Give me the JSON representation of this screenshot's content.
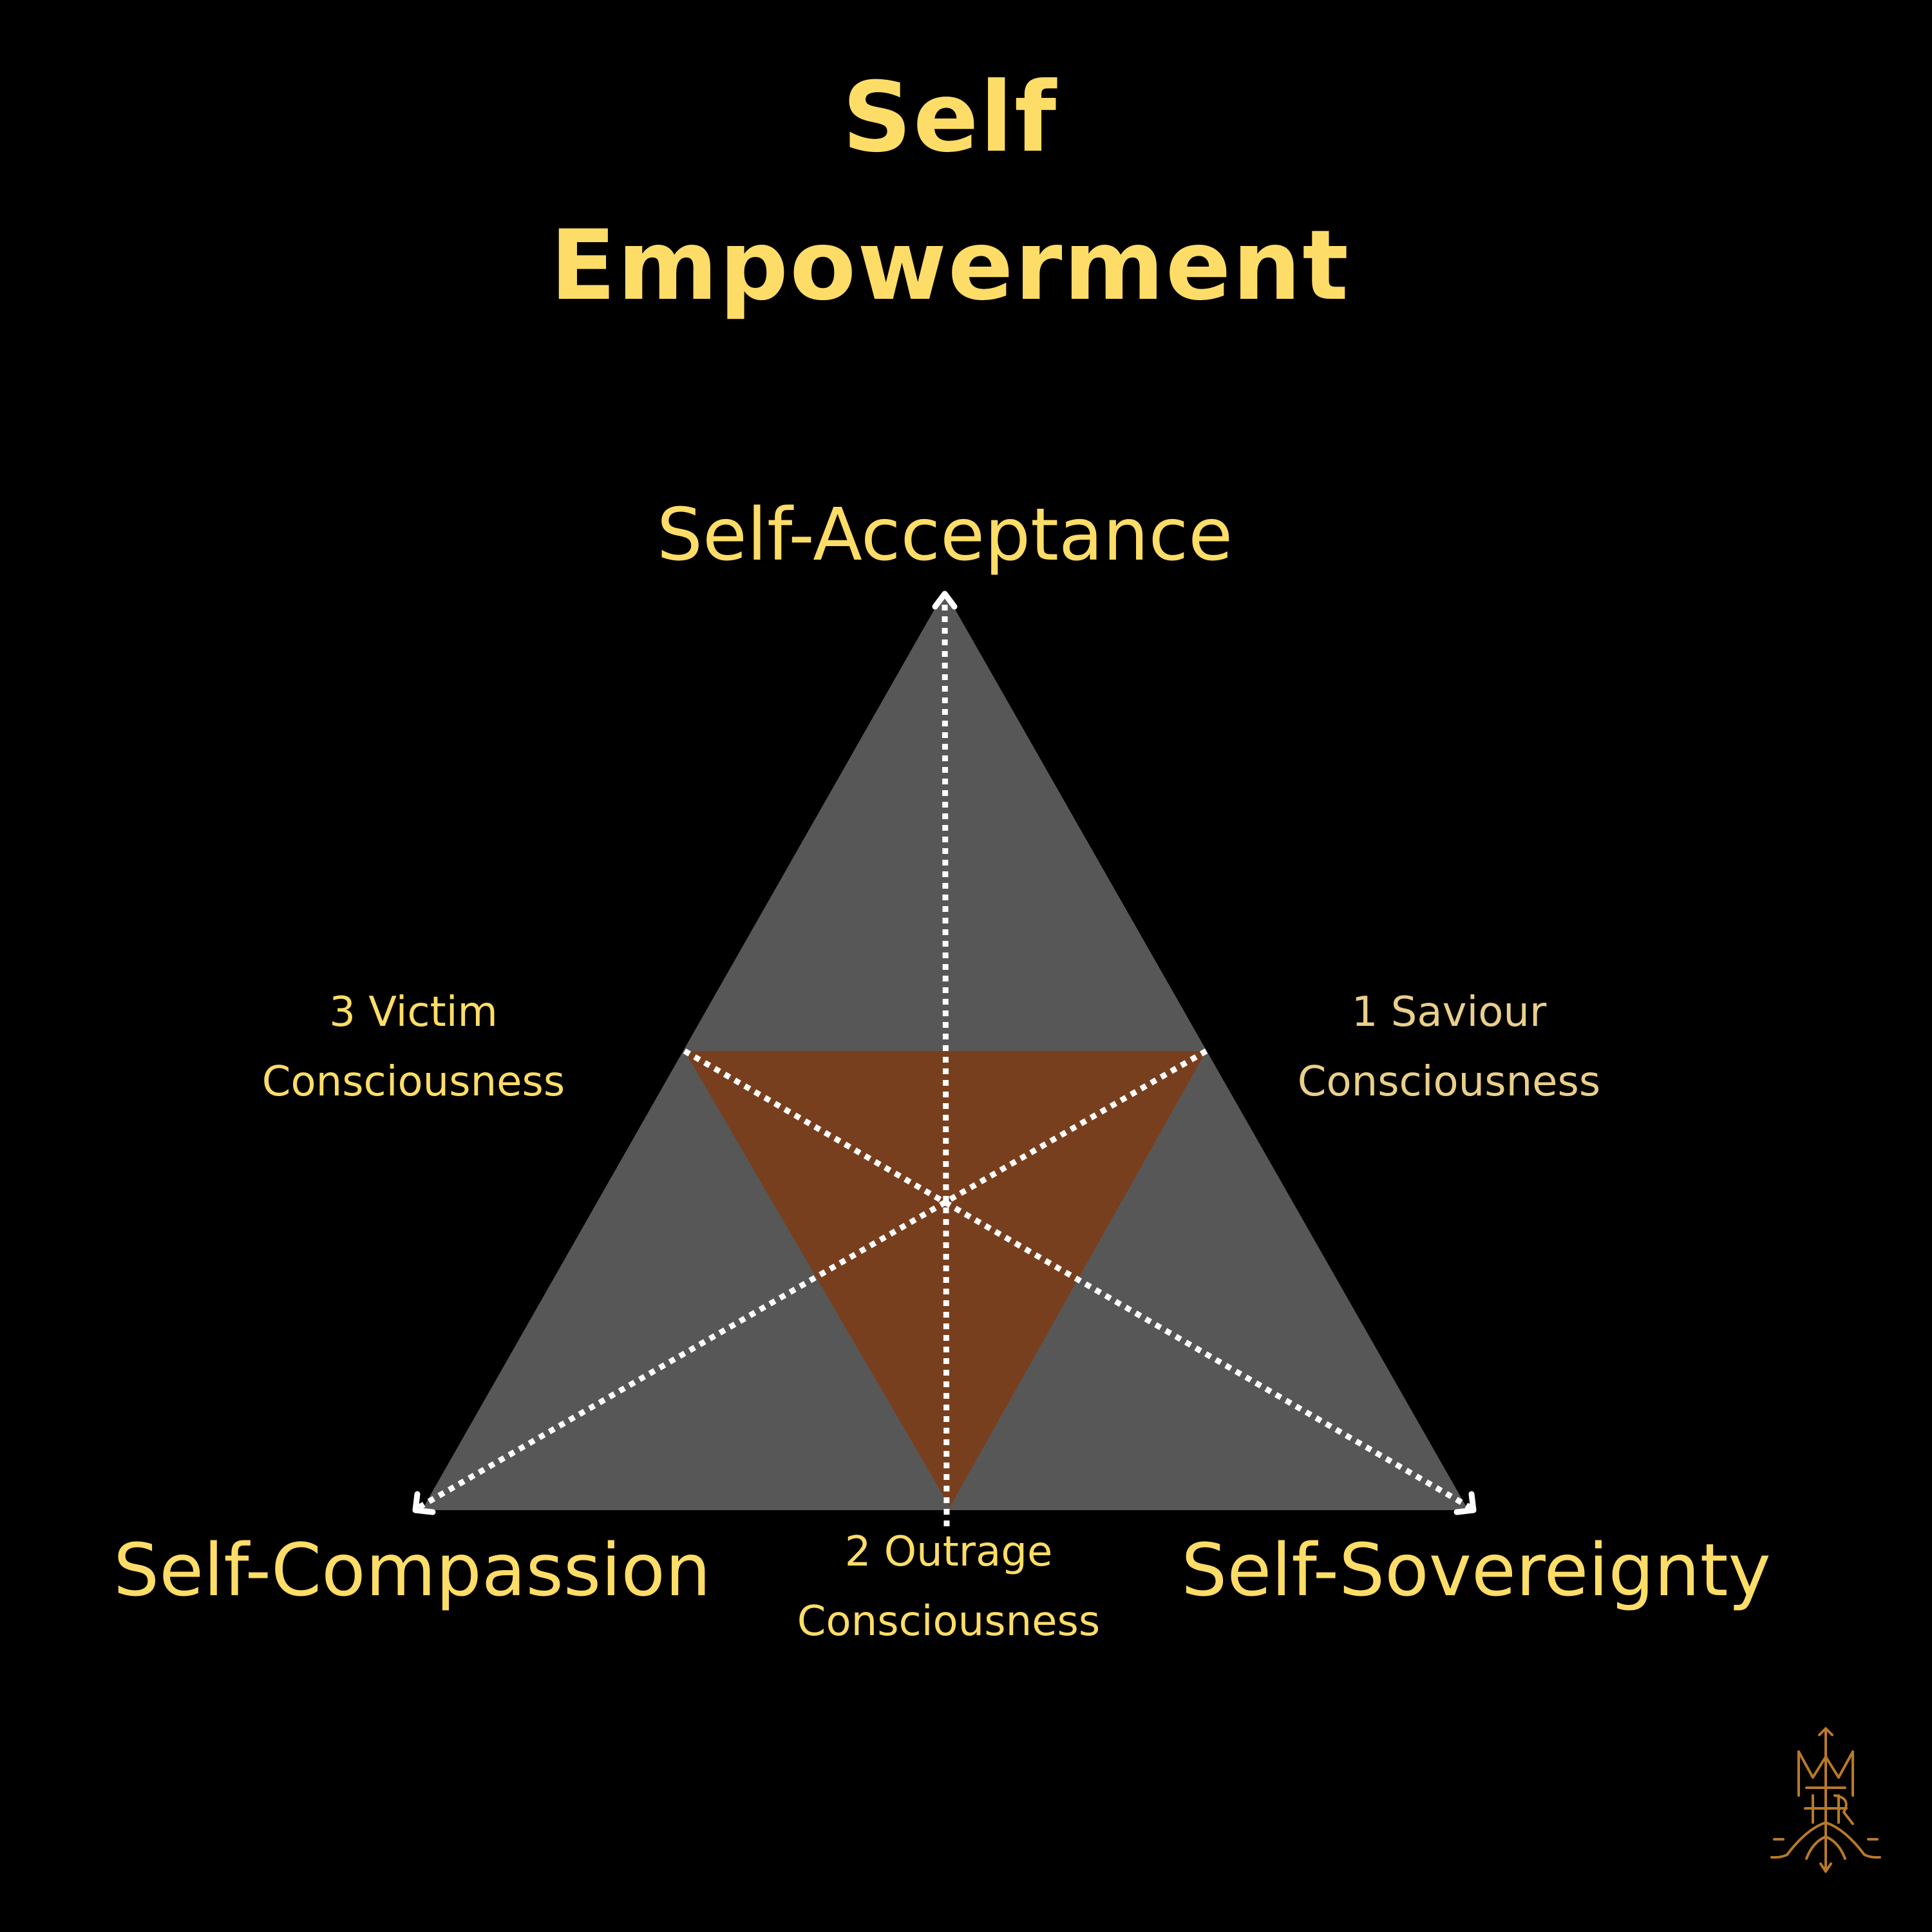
{
  "title": {
    "line1": "Self",
    "line2": "Empowerment"
  },
  "vertices": {
    "top": "Self-Acceptance",
    "left": "Self-Compassion",
    "right": "Self-Sovereignty"
  },
  "midpoints": {
    "right": {
      "line1": "1 Saviour",
      "line2": "Consciousness"
    },
    "bottom": {
      "line1": "2 Outrage",
      "line2": "Consciousness"
    },
    "left": {
      "line1": "3 Victim",
      "line2": "Consciousness"
    }
  },
  "colors": {
    "background": "#000000",
    "outer_triangle": "#575757",
    "inner_triangle": "#783f1e",
    "dotted_lines": "#ffffff",
    "label_yellow": "#fddd67",
    "label_muted": "#e9cf8a",
    "logo": "#b8792a"
  },
  "icons": {
    "logo": "monogram-emblem-icon"
  }
}
